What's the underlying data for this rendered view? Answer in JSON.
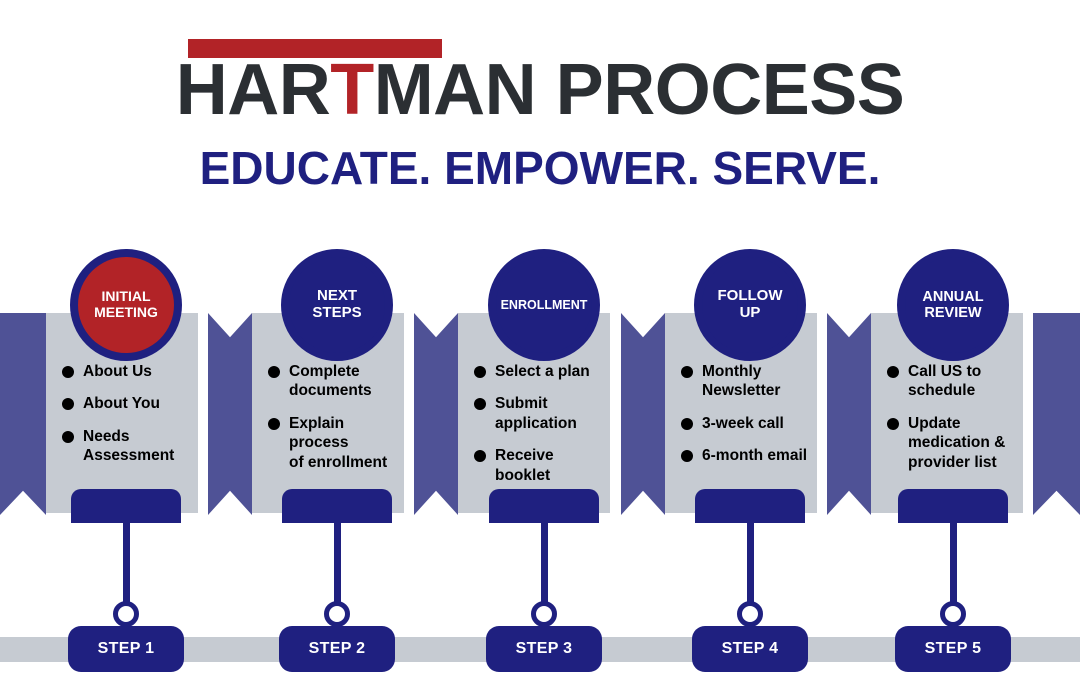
{
  "header": {
    "title_pre": "HAR",
    "title_t": "T",
    "title_post": "MAN PROCESS",
    "title_full": "HARTMAN PROCESS",
    "subtitle": "EDUCATE. EMPOWER. SERVE."
  },
  "colors": {
    "brand_red": "#b22327",
    "brand_navy": "#1f2080",
    "ribbon_purple": "#4f5296",
    "panel_gray": "#c6cbd2",
    "title_dark": "#2b2f33",
    "white": "#ffffff",
    "bullet_black": "#000000"
  },
  "steps": [
    {
      "badge_label": "STEP 1",
      "circle_lines": [
        "INITIAL",
        "MEETING"
      ],
      "circle_text": "INITIAL MEETING",
      "circle_fill": "#b22327",
      "circle_font_size": 14,
      "bullets": [
        [
          "About Us"
        ],
        [
          "About You"
        ],
        [
          "Needs",
          "Assessment"
        ]
      ]
    },
    {
      "badge_label": "STEP 2",
      "circle_lines": [
        "NEXT",
        "STEPS"
      ],
      "circle_text": "NEXT STEPS",
      "circle_fill": "#1f2080",
      "circle_font_size": 15,
      "bullets": [
        [
          "Complete",
          "documents"
        ],
        [
          "Explain process",
          "of enrollment"
        ]
      ]
    },
    {
      "badge_label": "STEP 3",
      "circle_lines": [
        "ENROLLMENT"
      ],
      "circle_text": "ENROLLMENT",
      "circle_fill": "#1f2080",
      "circle_font_size": 12.5,
      "bullets": [
        [
          "Select a plan"
        ],
        [
          "Submit",
          "application"
        ],
        [
          "Receive booklet"
        ]
      ]
    },
    {
      "badge_label": "STEP 4",
      "circle_lines": [
        "FOLLOW",
        "UP"
      ],
      "circle_text": "FOLLOW UP",
      "circle_fill": "#1f2080",
      "circle_font_size": 15,
      "bullets": [
        [
          "Monthly",
          "Newsletter"
        ],
        [
          "3-week call"
        ],
        [
          "6-month email"
        ]
      ]
    },
    {
      "badge_label": "STEP 5",
      "circle_lines": [
        "ANNUAL",
        "REVIEW"
      ],
      "circle_text": "ANNUAL REVIEW",
      "circle_fill": "#1f2080",
      "circle_font_size": 14.5,
      "bullets": [
        [
          "Call US to",
          "schedule"
        ],
        [
          "Update",
          "medication &",
          "provider list"
        ]
      ]
    }
  ]
}
